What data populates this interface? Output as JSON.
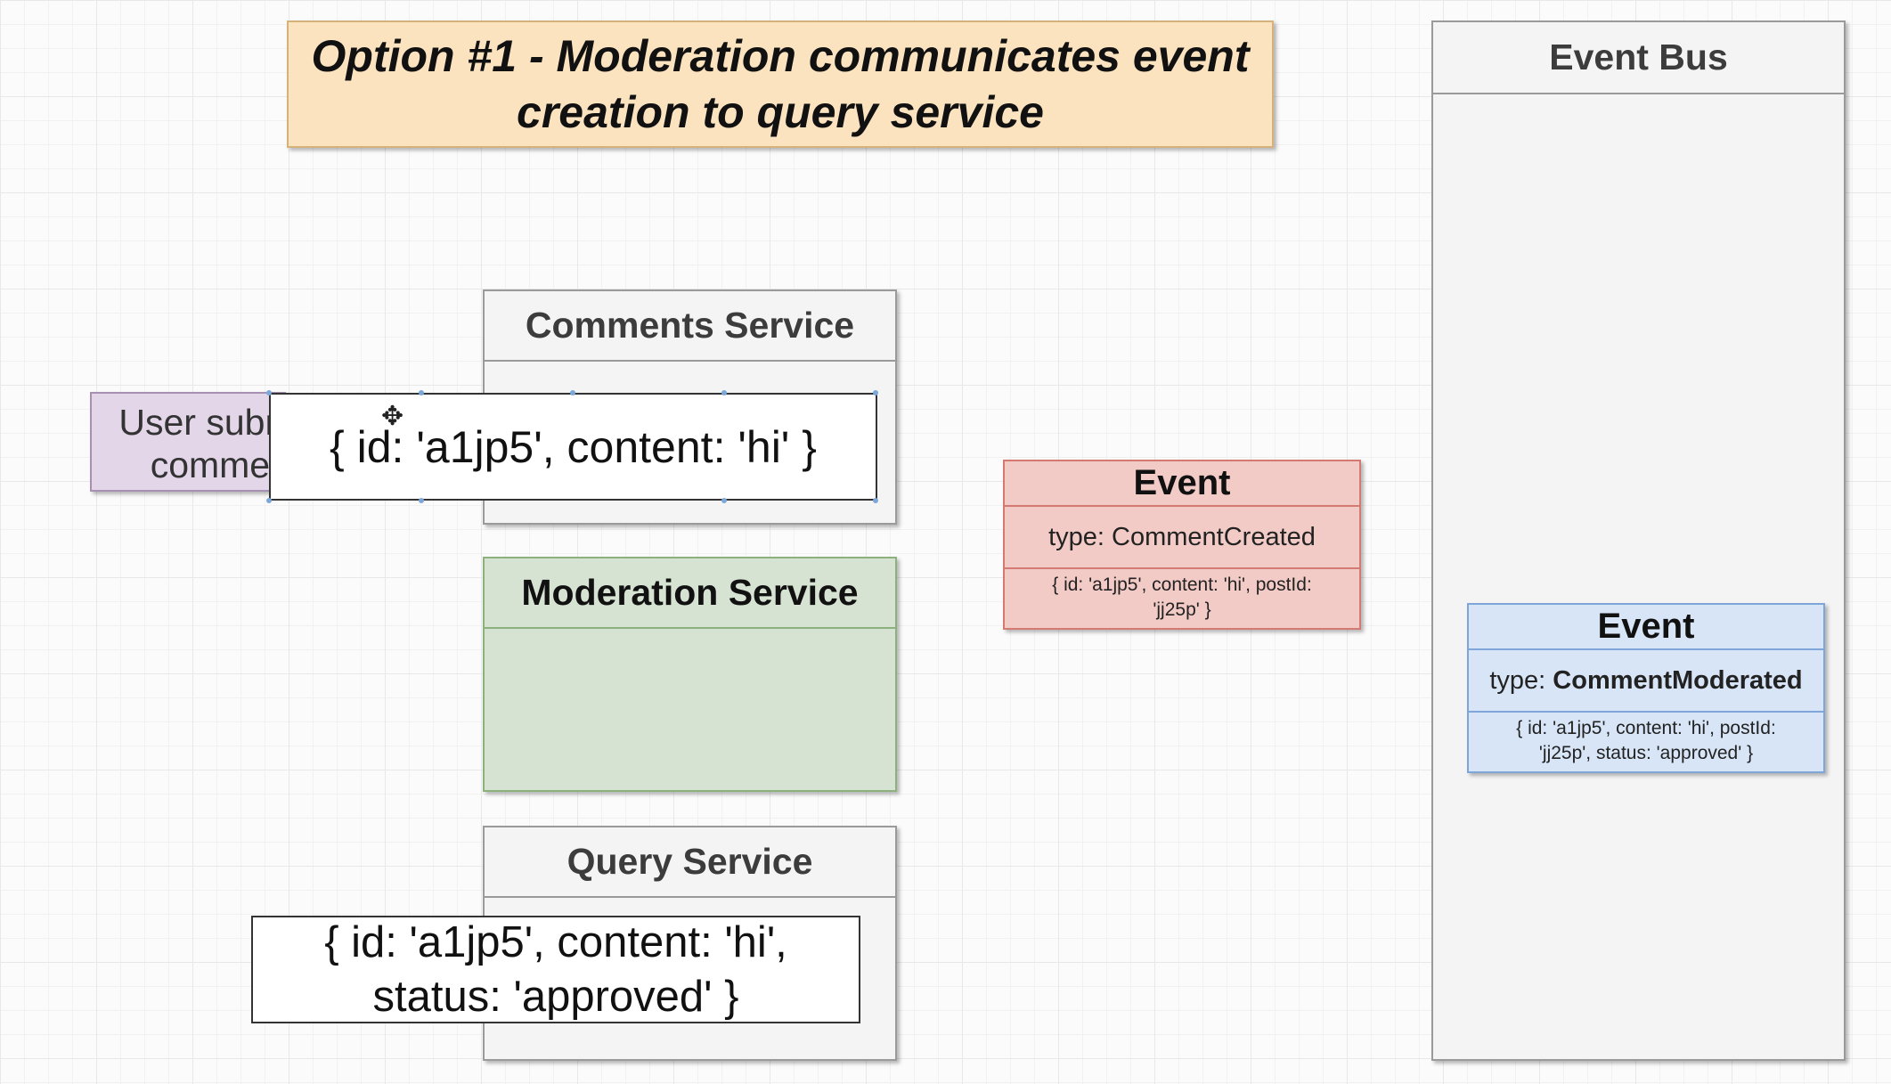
{
  "title": {
    "text": "Option #1 - Moderation communicates event\ncreation to query service"
  },
  "event_bus": {
    "label": "Event Bus"
  },
  "services": {
    "comments": "Comments Service",
    "moderation": "Moderation Service",
    "query": "Query Service"
  },
  "user_action": {
    "text": "User submits\ncomment"
  },
  "comments_popup": {
    "text": "{ id: 'a1jp5', content: 'hi' }"
  },
  "query_popup": {
    "text": "{ id: 'a1jp5', content: 'hi',\nstatus: 'approved' }"
  },
  "event_created": {
    "title": "Event",
    "type_prefix": "type: ",
    "type_value": "CommentCreated",
    "payload": "{ id: 'a1jp5', content: 'hi', postId:\n'jj25p' }"
  },
  "event_moderated": {
    "title": "Event",
    "type_prefix": "type: ",
    "type_value": "CommentModerated",
    "payload": "{ id: 'a1jp5', content: 'hi', postId:\n'jj25p', status: 'approved' }"
  },
  "colors": {
    "title_fill": "#fbe3c0",
    "service_fill": "#f4f4f4",
    "moderation_fill": "#d7e3d2",
    "user_fill": "#e2d6e8",
    "event_created_fill": "#f3cbc6",
    "event_moderated_fill": "#d7e5f7"
  },
  "icons": {
    "cursor": "move-cursor-icon"
  }
}
